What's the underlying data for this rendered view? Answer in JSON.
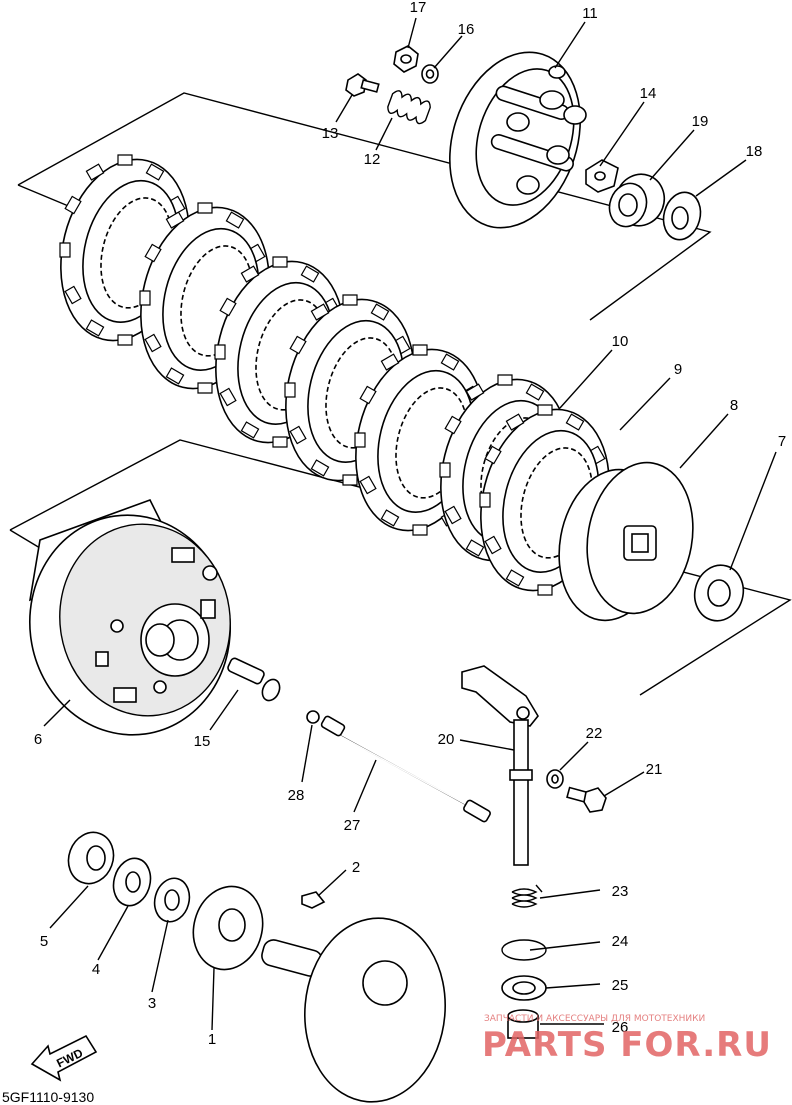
{
  "callouts": [
    {
      "id": "17",
      "label": "17"
    },
    {
      "id": "16",
      "label": "16"
    },
    {
      "id": "11",
      "label": "11"
    },
    {
      "id": "13",
      "label": "13"
    },
    {
      "id": "12",
      "label": "12"
    },
    {
      "id": "14",
      "label": "14"
    },
    {
      "id": "19",
      "label": "19"
    },
    {
      "id": "18",
      "label": "18"
    },
    {
      "id": "10",
      "label": "10"
    },
    {
      "id": "9",
      "label": "9"
    },
    {
      "id": "8",
      "label": "8"
    },
    {
      "id": "7",
      "label": "7"
    },
    {
      "id": "6",
      "label": "6"
    },
    {
      "id": "15",
      "label": "15"
    },
    {
      "id": "20",
      "label": "20"
    },
    {
      "id": "22",
      "label": "22"
    },
    {
      "id": "21",
      "label": "21"
    },
    {
      "id": "28",
      "label": "28"
    },
    {
      "id": "27",
      "label": "27"
    },
    {
      "id": "2",
      "label": "2"
    },
    {
      "id": "23",
      "label": "23"
    },
    {
      "id": "5",
      "label": "5"
    },
    {
      "id": "4",
      "label": "4"
    },
    {
      "id": "3",
      "label": "3"
    },
    {
      "id": "24",
      "label": "24"
    },
    {
      "id": "25",
      "label": "25"
    },
    {
      "id": "1",
      "label": "1"
    },
    {
      "id": "26",
      "label": "26"
    }
  ],
  "diagram_code": "5GF1110-9130",
  "fwd_label": "FWD",
  "watermark": {
    "small": "ЗАПЧАСТИ И АКСЕССУАРЫ ДЛЯ МОТОТЕХНИКИ",
    "big": "PARTS FOR.RU",
    "color": "#e26464"
  }
}
